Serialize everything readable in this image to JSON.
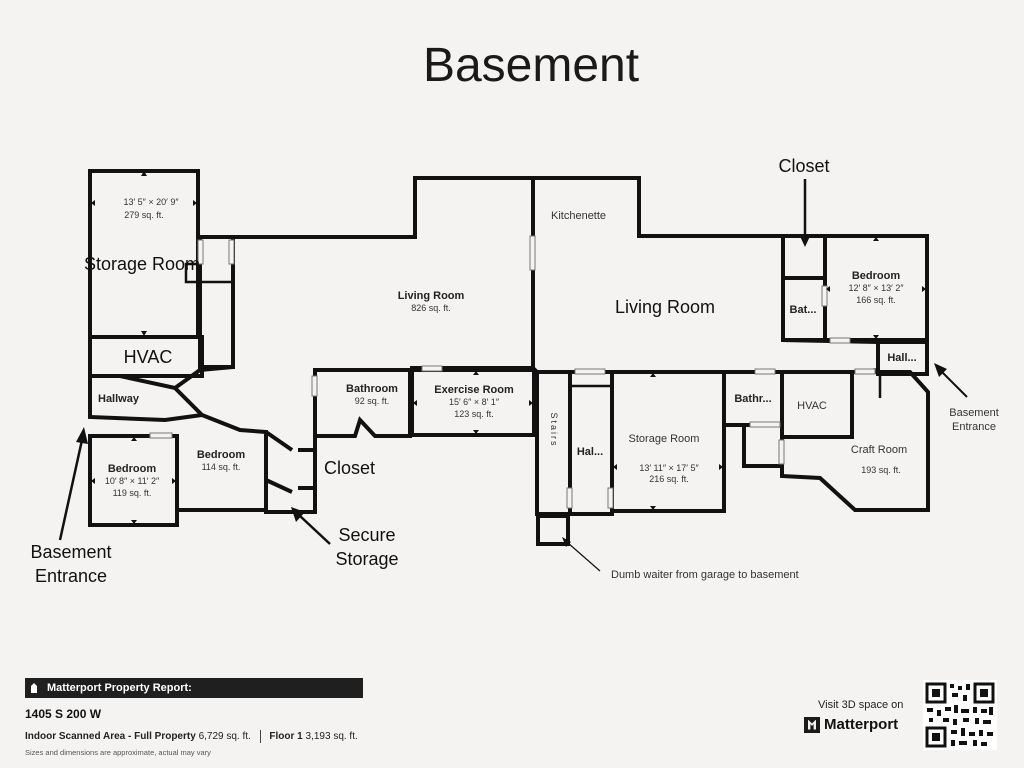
{
  "title": "Basement",
  "rooms": {
    "storage_left": {
      "dims": "13′ 5″ × 20′ 9″",
      "area": "279 sq. ft.",
      "name": "Storage Room"
    },
    "hvac_left": {
      "name": "HVAC"
    },
    "hallway_left": {
      "name": "Hallway"
    },
    "bedroom_left": {
      "name": "Bedroom",
      "dims": "10′ 8″ × 11′ 2″",
      "area": "119 sq. ft."
    },
    "bedroom_mid": {
      "name": "Bedroom",
      "area": "114 sq. ft."
    },
    "living_main": {
      "name": "Living Room",
      "area": "826 sq. ft."
    },
    "bathroom_center": {
      "name": "Bathroom",
      "area": "92 sq. ft."
    },
    "exercise": {
      "name": "Exercise Room",
      "dims": "15′ 6″ × 8′ 1″",
      "area": "123 sq. ft."
    },
    "kitchenette": {
      "name": "Kitchenette"
    },
    "living_right": {
      "name": "Living Room"
    },
    "stairs": {
      "name": "Stairs"
    },
    "hall_center": {
      "name": "Hal..."
    },
    "storage_center": {
      "name": "Storage Room",
      "dims": "13′ 11″ × 17′ 5″",
      "area": "216 sq. ft."
    },
    "bath_right_small": {
      "name": "Bathr..."
    },
    "hvac_right": {
      "name": "HVAC"
    },
    "craft": {
      "name": "Craft Room",
      "area": "193 sq. ft."
    },
    "bat_small": {
      "name": "Bat..."
    },
    "bedroom_right": {
      "name": "Bedroom",
      "dims": "12′ 8″ × 13′ 2″",
      "area": "166 sq. ft."
    },
    "hall_right": {
      "name": "Hall..."
    }
  },
  "annotations": {
    "closet_top": "Closet",
    "closet_mid": "Closet",
    "secure_storage_1": "Secure",
    "secure_storage_2": "Storage",
    "entrance_left_1": "Basement",
    "entrance_left_2": "Entrance",
    "entrance_right_1": "Basement",
    "entrance_right_2": "Entrance",
    "dumb_waiter": "Dumb waiter from garage to basement"
  },
  "footer": {
    "report_title": "Matterport Property Report:",
    "address": "1405 S 200 W",
    "area_label": "Indoor Scanned Area - Full Property",
    "area_value": "6,729 sq. ft.",
    "floor_label": "Floor 1",
    "floor_value": "3,193 sq. ft.",
    "disclaimer": "Sizes and dimensions are approximate, actual may vary",
    "visit_text": "Visit 3D space on",
    "brand": "Matterport"
  },
  "icons": [
    "home-icon",
    "matterport-logo-icon",
    "qr-code-icon"
  ],
  "colors": {
    "background": "#f4f3f1",
    "walls": "#111111",
    "footer_bar": "#1f1f1f"
  }
}
